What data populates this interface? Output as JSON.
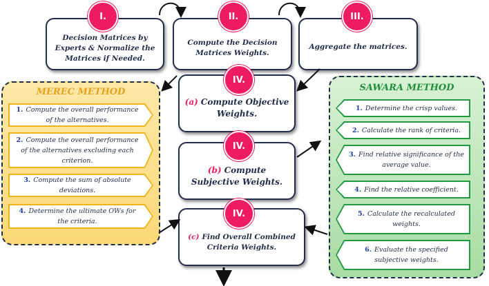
{
  "steps": {
    "s1": {
      "badge": "I.",
      "text": "Decision Matrices by Experts & Normalize the Matrices if Needed."
    },
    "s2": {
      "badge": "II.",
      "text": "Compute the Decision Matrices Weights."
    },
    "s3": {
      "badge": "III.",
      "text": "Aggregate the matrices."
    },
    "s4a": {
      "badge": "IV.",
      "prefix": "(a)",
      "text": "Compute Objective Weights."
    },
    "s4b": {
      "badge": "IV.",
      "prefix": "(b)",
      "text": "Compute Subjective Weights."
    },
    "s4c": {
      "badge": "IV.",
      "prefix": "(c)",
      "text": "Find Overall Combined Criteria Weights."
    }
  },
  "merec": {
    "title": "MEREC METHOD",
    "items": [
      {
        "num": "1.",
        "text": "Compute the overall performance of the alternatives."
      },
      {
        "num": "2.",
        "text": "Compute the overall performance of the alternatives excluding each criterion."
      },
      {
        "num": "3.",
        "text": "Compute the sum of absolute deviations."
      },
      {
        "num": "4.",
        "text": "Determine the ultimate OWs for the criteria."
      }
    ]
  },
  "sawara": {
    "title": "SAWARA METHOD",
    "items": [
      {
        "num": "1.",
        "text": "Determine the crisp values."
      },
      {
        "num": "2.",
        "text": "Calculate the rank of criteria."
      },
      {
        "num": "3.",
        "text": "Find relative significance of the average value."
      },
      {
        "num": "4.",
        "text": "Find the relative coefficient."
      },
      {
        "num": "5.",
        "text": "Calculate the recalculated weights."
      },
      {
        "num": "6.",
        "text": "Evaluate the specified subjective weights."
      }
    ]
  },
  "colors": {
    "badge": "#ee1a62",
    "navy": "#1f2d4a",
    "merec_bg": "#fde8a8",
    "merec_title": "#e8a21a",
    "sawara_bg": "#c9ecc8",
    "sawara_title": "#1f8f3a",
    "number": "#1f3fa0"
  }
}
